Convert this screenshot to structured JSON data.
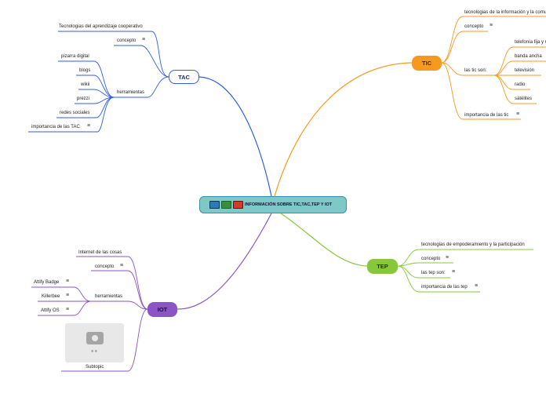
{
  "central": {
    "title": "INFORMACIÓN SOBRE TIC,TAC,TEP Y IOT",
    "icons": [
      "monitor-icon",
      "keyboard-icon",
      "phone-icon"
    ]
  },
  "colors": {
    "tac": "#2f5fe0",
    "tic": "#f59a1f",
    "tep": "#86c83a",
    "iot": "#8b55c6",
    "central": "#7ec8c8"
  },
  "note_icon": "≡",
  "tac": {
    "title": "TAC",
    "items": {
      "aprendizaje": "Tecnologias del aprendizaje cooperativo",
      "concepto": "concepto",
      "herramientas": "herramientas",
      "pizarra": "pizarra digital",
      "blogs": "blogs",
      "wikii": "wikii",
      "prezzi": "prezzi",
      "redes": "redes sociales",
      "importancia": "importancia de las TAC"
    }
  },
  "tic": {
    "title": "TIC",
    "items": {
      "tecnologias": "tecnologias de la información y la comunicación",
      "concepto": "concepto",
      "las_tic": "las tic son:",
      "telefonia": "telefonía fija y móvil",
      "banda": "banda ancha",
      "television": "televisión",
      "radio": "radio",
      "satelites": "satélites",
      "importancia": "importancia de las tic"
    }
  },
  "tep": {
    "title": "TEP",
    "items": {
      "tecnologias": "tecnologias  de empoderamiento y la participación",
      "concepto": "concepto",
      "las_tep": "las tep son:",
      "importancia": "importancia de las tep"
    }
  },
  "iot": {
    "title": "IOT",
    "items": {
      "internet": "Internet de las cosas",
      "concepto": "concepto",
      "herramientas": "herramientas",
      "attify_badge": "Attify Badge",
      "killerbee": "Killerbee",
      "attify_os": "Attify OS",
      "subtopic": "Subtopic"
    }
  }
}
